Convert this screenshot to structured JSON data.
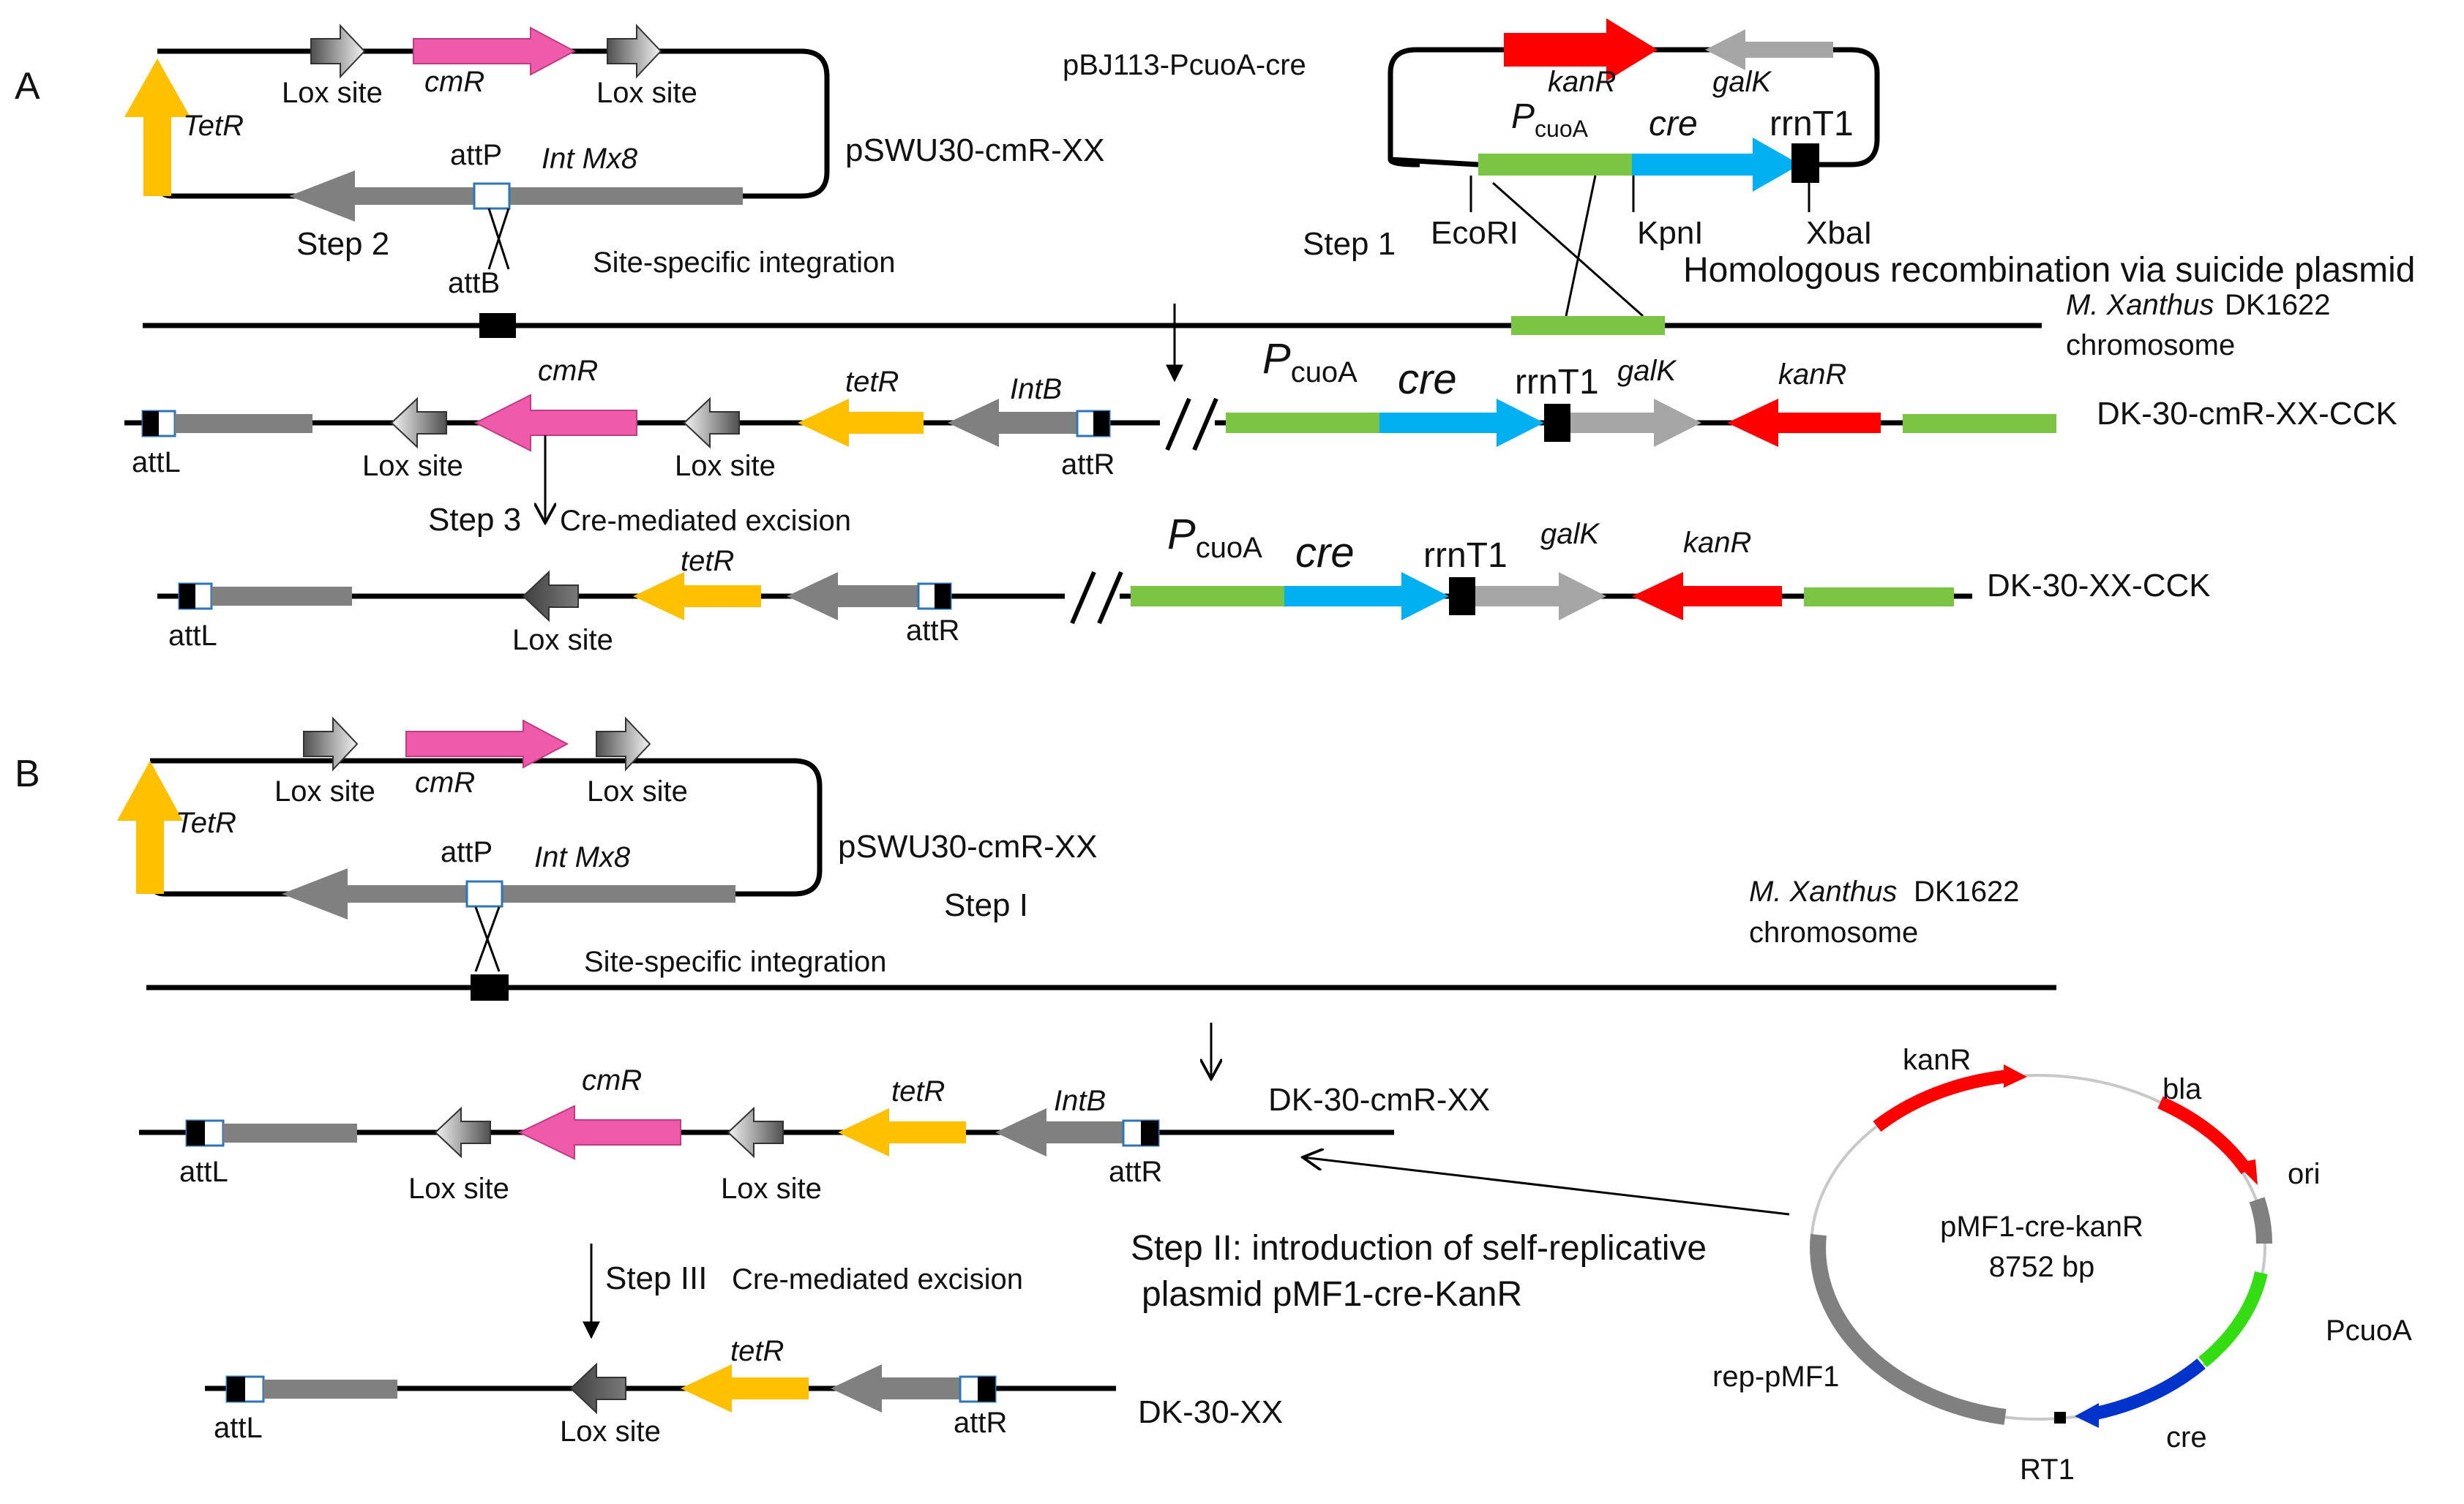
{
  "panelA": {
    "label": "A",
    "plasmid": {
      "name": "pSWU30-cmR-XX",
      "tetR": "TetR",
      "cmR": "cmR",
      "lox1": "Lox site",
      "lox2": "Lox site",
      "attP": "attP",
      "int": "Int Mx8"
    },
    "step2": "Step 2",
    "attB": "attB",
    "siteSpecific": "Site-specific integration",
    "suicide": {
      "name": "pBJ113-PcuoA-cre",
      "kanR": "kanR",
      "galK": "galK",
      "pcuoA_P": "P",
      "pcuoA_sub": "cuoA",
      "cre": "cre",
      "rrnT1": "rrnT1",
      "ecoRI": "EcoRI",
      "kpnI": "KpnI",
      "xbaI": "XbaI"
    },
    "step1": "Step 1",
    "homologous": "Homologous recombination via suicide plasmid",
    "chromosome_species": "M. Xanthus",
    "chromosome_strain": "DK1622",
    "chromosome_word": "chromosome",
    "row1": {
      "attL": "attL",
      "lox1": "Lox site",
      "cmR": "cmR",
      "lox2": "Lox site",
      "tetR": "tetR",
      "intB": "IntB",
      "attR": "attR",
      "pcuoA_P": "P",
      "pcuoA_sub": "cuoA",
      "cre": "cre",
      "rrnT1": "rrnT1",
      "galK": "galK",
      "kanR": "kanR",
      "name": "DK-30-cmR-XX-CCK"
    },
    "step3": "Step 3",
    "creExcision": "Cre-mediated excision",
    "row2": {
      "attL": "attL",
      "lox": "Lox site",
      "tetR": "tetR",
      "attR": "attR",
      "pcuoA_P": "P",
      "pcuoA_sub": "cuoA",
      "cre": "cre",
      "rrnT1": "rrnT1",
      "galK": "galK",
      "kanR": "kanR",
      "name": "DK-30-XX-CCK"
    }
  },
  "panelB": {
    "label": "B",
    "plasmid": {
      "name": "pSWU30-cmR-XX",
      "tetR": "TetR",
      "cmR": "cmR",
      "lox1": "Lox site",
      "lox2": "Lox site",
      "attP": "attP",
      "int": "Int Mx8"
    },
    "stepI": "Step I",
    "siteSpecific": "Site-specific integration",
    "chromosome_species": "M. Xanthus",
    "chromosome_strain": "DK1622",
    "chromosome_word": "chromosome",
    "row1": {
      "attL": "attL",
      "lox1": "Lox site",
      "cmR": "cmR",
      "lox2": "Lox site",
      "tetR": "tetR",
      "intB": "IntB",
      "attR": "attR",
      "name": "DK-30-cmR-XX"
    },
    "stepII_line1": "Step II: introduction of self-replicative",
    "stepII_line2": "plasmid  pMF1-cre-KanR",
    "stepIII": "Step III",
    "creExcision": "Cre-mediated excision",
    "row2": {
      "attL": "attL",
      "lox": "Lox site",
      "tetR": "tetR",
      "attR": "attR",
      "name": "DK-30-XX"
    },
    "pmf1": {
      "name": "pMF1-cre-kanR",
      "size": "8752 bp",
      "kanR": "kanR",
      "bla": "bla",
      "ori": "ori",
      "pcuoA": "PcuoA",
      "cre": "cre",
      "rt1": "RT1",
      "rep": "rep-pMF1"
    }
  },
  "colors": {
    "tetR": "#FFC000",
    "cmR": "#F05AAA",
    "gray": "#808080",
    "lightGray": "#A6A6A6",
    "green": "#7CC444",
    "cyan": "#00B0F0",
    "red": "#FF0000",
    "blue": "#0033CC",
    "brightGreen": "#33DD11"
  }
}
